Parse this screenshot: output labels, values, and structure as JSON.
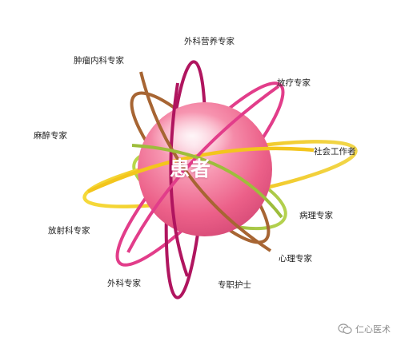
{
  "center": {
    "label": "患者",
    "color": "#f26e93"
  },
  "experts": [
    {
      "id": "oncology",
      "label": "肿瘤内科专家",
      "ring_color": "#b06a35"
    },
    {
      "id": "nutrition",
      "label": "外科营养专家",
      "ring_color": "#b0155f"
    },
    {
      "id": "radiotherapy",
      "label": "放疗专家",
      "ring_color": "#e23d8a"
    },
    {
      "id": "anesthesia",
      "label": "麻醉专家",
      "ring_color": "#9dbd3b"
    },
    {
      "id": "social-worker",
      "label": "社会工作者",
      "ring_color": "#f0ca2a"
    },
    {
      "id": "pathology",
      "label": "病理专家",
      "ring_color": "#9dbd3b"
    },
    {
      "id": "radiology",
      "label": "放射科专家",
      "ring_color": "#f0ca2a"
    },
    {
      "id": "psychology",
      "label": "心理专家",
      "ring_color": "#b06a35"
    },
    {
      "id": "surgery",
      "label": "外科专家",
      "ring_color": "#e23d8a"
    },
    {
      "id": "nurse",
      "label": "专职护士",
      "ring_color": "#b0155f"
    }
  ],
  "watermark": {
    "text": "仁心医术",
    "icon": "wechat-icon"
  }
}
